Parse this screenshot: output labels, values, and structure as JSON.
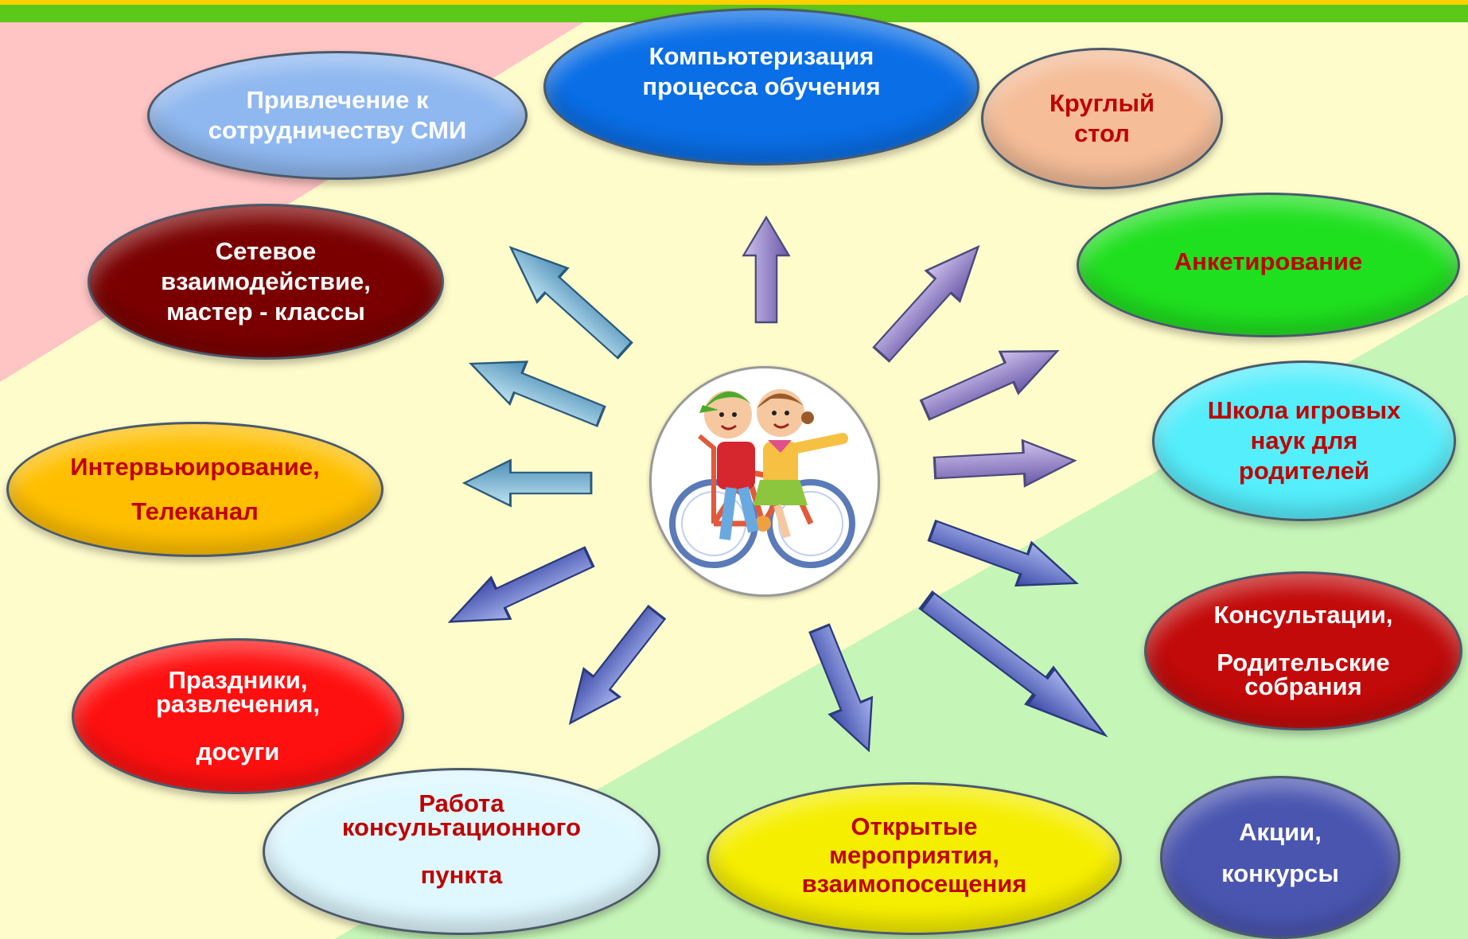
{
  "nodes": [
    {
      "id": "smi",
      "text": "Привлечение к\nсотрудничеству СМИ",
      "bg": "#8fb8f0",
      "color": "#ffffff"
    },
    {
      "id": "comp",
      "text": "Компьютеризация\nпроцесса обучения",
      "bg": "#0a6ee6",
      "color": "#ffffff"
    },
    {
      "id": "round",
      "text": "Круглый\nстол",
      "bg": "#f5bd98",
      "color": "#c00000"
    },
    {
      "id": "set",
      "text": "Сетевое\nвзаимодействие,\nмастер - классы",
      "bg": "#7a0000",
      "color": "#ffffff"
    },
    {
      "id": "anket",
      "text": "Анкетирование",
      "bg": "#1fe01f",
      "color": "#c00000"
    },
    {
      "id": "interv",
      "text": "Интервьюирование,\n\nТелеканал",
      "bg": "#ffbf00",
      "color": "#c00000"
    },
    {
      "id": "school",
      "text": "Школа игровых\nнаук для\nродителей",
      "bg": "#55eefc",
      "color": "#c00000"
    },
    {
      "id": "cons",
      "text": "Консультации,\n\nРодительские\nсобрания",
      "bg": "#c20a0a",
      "color": "#ffffff"
    },
    {
      "id": "prazd",
      "text": "Праздники,\nразвлечения,\n\nдосуги",
      "bg": "#ff1010",
      "color": "#ffffff"
    },
    {
      "id": "rabota",
      "text": "Работа\nконсультационного\n\nпункта",
      "bg": "#dff8ff",
      "color": "#c00000"
    },
    {
      "id": "otkr",
      "text": "Открытые\nмероприятия,\nвзаимопосещения",
      "bg": "#f5ee00",
      "color": "#c00000"
    },
    {
      "id": "akcii",
      "text": "Акции,\n\nконкурсы",
      "bg": "#4a55b0",
      "color": "#ffffff"
    }
  ],
  "colors": {
    "top_bar": "#5cc81a",
    "top_bar_gold": "#ffd000",
    "bg_pink": "#ffc4c4",
    "bg_yellow": "#fffccc",
    "bg_green": "#c6f5b8",
    "arrow_blue": "#6aa8c8",
    "arrow_purple": "#8a78c0",
    "arrow_navy": "#5a68c0"
  },
  "center_icon": "children-on-bicycle-icon"
}
